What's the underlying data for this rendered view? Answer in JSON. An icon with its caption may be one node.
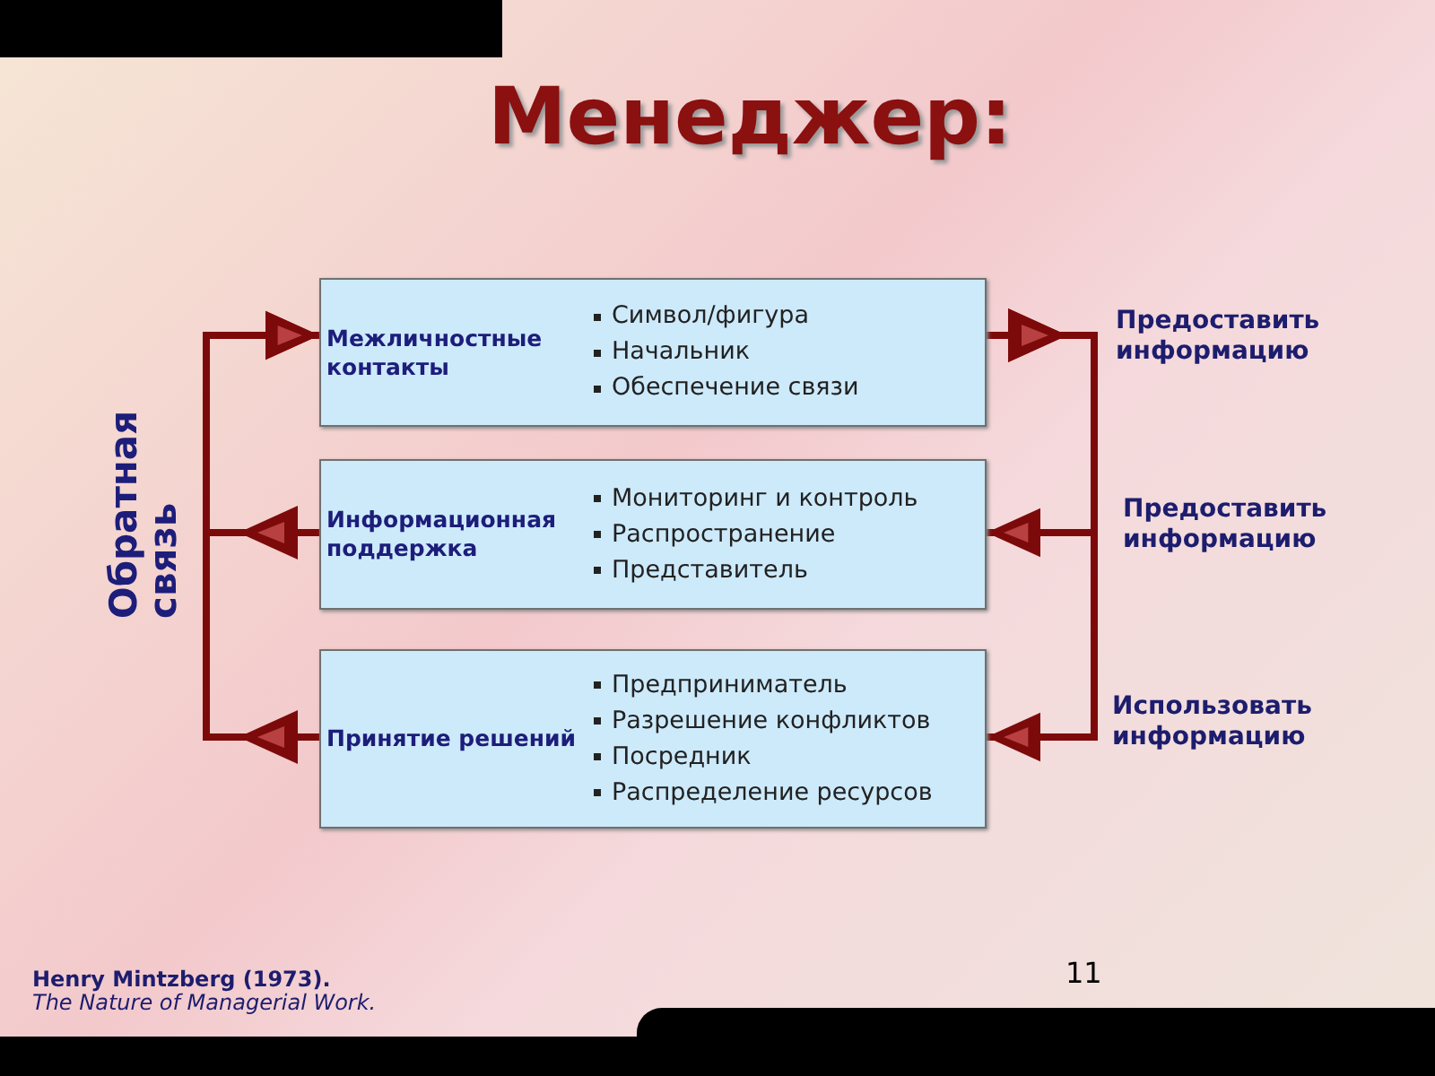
{
  "diagram": {
    "title": "Менеджер:",
    "nodes": [
      {
        "text": [
          "Межличностные контакты",
          "Символ/фигура",
          "Начальник",
          "Обеспечение связи"
        ]
      },
      {
        "text": [
          "Информационная поддержка",
          "Мониторинг и контроль",
          "Распространение",
          "Представитель"
        ]
      },
      {
        "text": [
          "Принятие решений",
          "Предприниматель",
          "Разрешение конфликтов",
          "Посредник",
          "Распределение ресурсов"
        ]
      }
    ],
    "edges": [
      {
        "from": 0,
        "to": 1,
        "arrow": "to"
      },
      {
        "from": 0,
        "to": 2,
        "arrow": "to"
      },
      {
        "from": 1,
        "to": 0,
        "arrow": "to"
      },
      {
        "from": 2,
        "to": 0,
        "arrow": "to"
      }
    ],
    "labels": [
      "Обратная связь",
      "Предоставить информацию",
      "Предоставить информацию",
      "Использовать информацию",
      "11",
      "Henry Mintzberg (1973).",
      "The Nature of Managerial Work."
    ]
  }
}
